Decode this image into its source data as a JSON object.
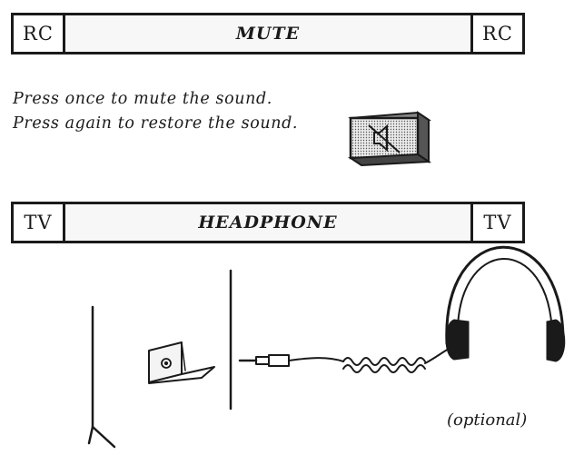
{
  "mute_section": {
    "tag_left": "RC",
    "tag_right": "RC",
    "title": "MUTE",
    "instruction": "Press once to mute the sound.  Press again to restore the sound.",
    "button_icon": "mute-speaker-icon"
  },
  "headphone_section": {
    "tag_left": "TV",
    "tag_right": "TV",
    "title": "HEADPHONE",
    "note": "(optional)",
    "illustration_icon": "headphone-jack-illustration"
  }
}
